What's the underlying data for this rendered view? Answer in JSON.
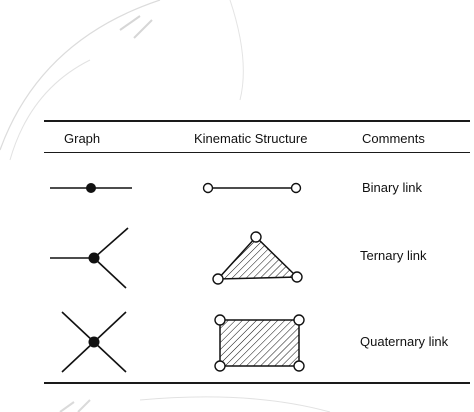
{
  "table": {
    "headers": {
      "graph": "Graph",
      "kinematic_structure": "Kinematic Structure",
      "comments": "Comments"
    },
    "rows": [
      {
        "comment": "Binary link",
        "graph_icon": "binary-graph-icon",
        "structure_icon": "binary-link-icon"
      },
      {
        "comment": "Ternary link",
        "graph_icon": "ternary-graph-icon",
        "structure_icon": "ternary-link-icon"
      },
      {
        "comment": "Quaternary link",
        "graph_icon": "quaternary-graph-icon",
        "structure_icon": "quaternary-link-icon"
      }
    ]
  },
  "colors": {
    "ink": "#111111",
    "watermark": "#d8d8d8"
  }
}
